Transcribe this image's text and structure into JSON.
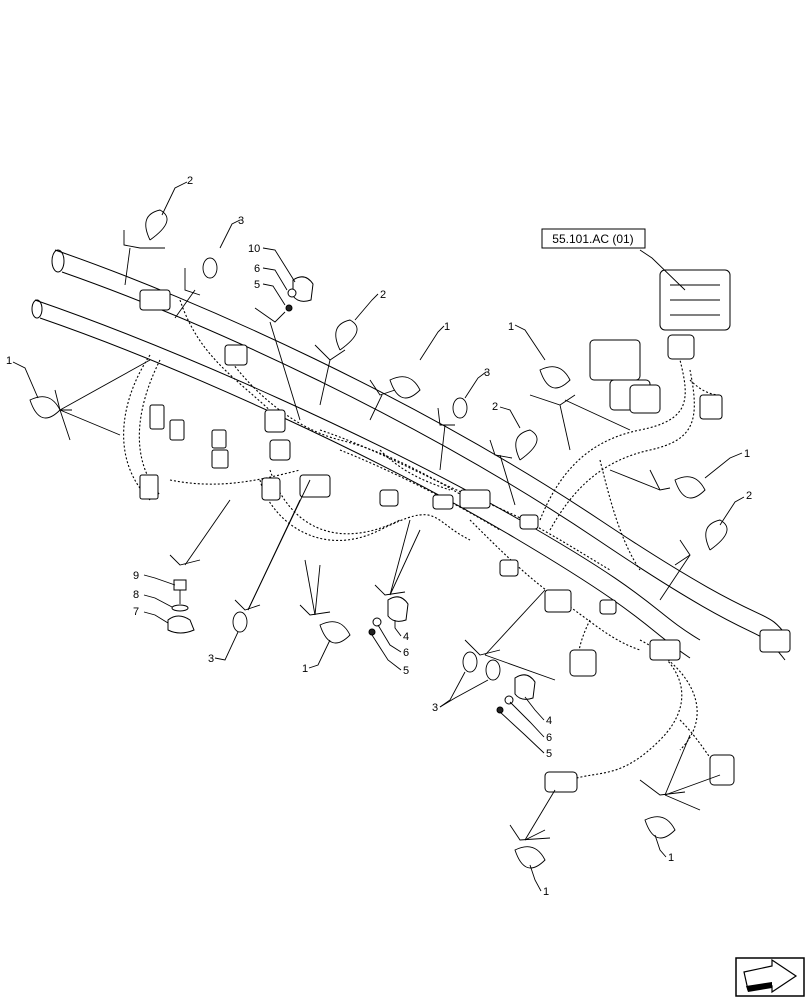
{
  "reference": {
    "label": "55.101.AC (01)"
  },
  "callouts": {
    "c01": "2",
    "c02": "3",
    "c03": "10",
    "c04": "6",
    "c05": "5",
    "c06": "2",
    "c07": "1",
    "c08": "1",
    "c09": "3",
    "c10": "2",
    "c11": "1",
    "c12": "1",
    "c13": "2",
    "c14": "9",
    "c15": "8",
    "c16": "7",
    "c17": "3",
    "c18": "1",
    "c19": "4",
    "c20": "6",
    "c21": "5",
    "c22": "3",
    "c23": "4",
    "c24": "6",
    "c25": "5",
    "c26": "1",
    "c27": "1"
  },
  "nav_icon": "next-page-arrow-icon"
}
